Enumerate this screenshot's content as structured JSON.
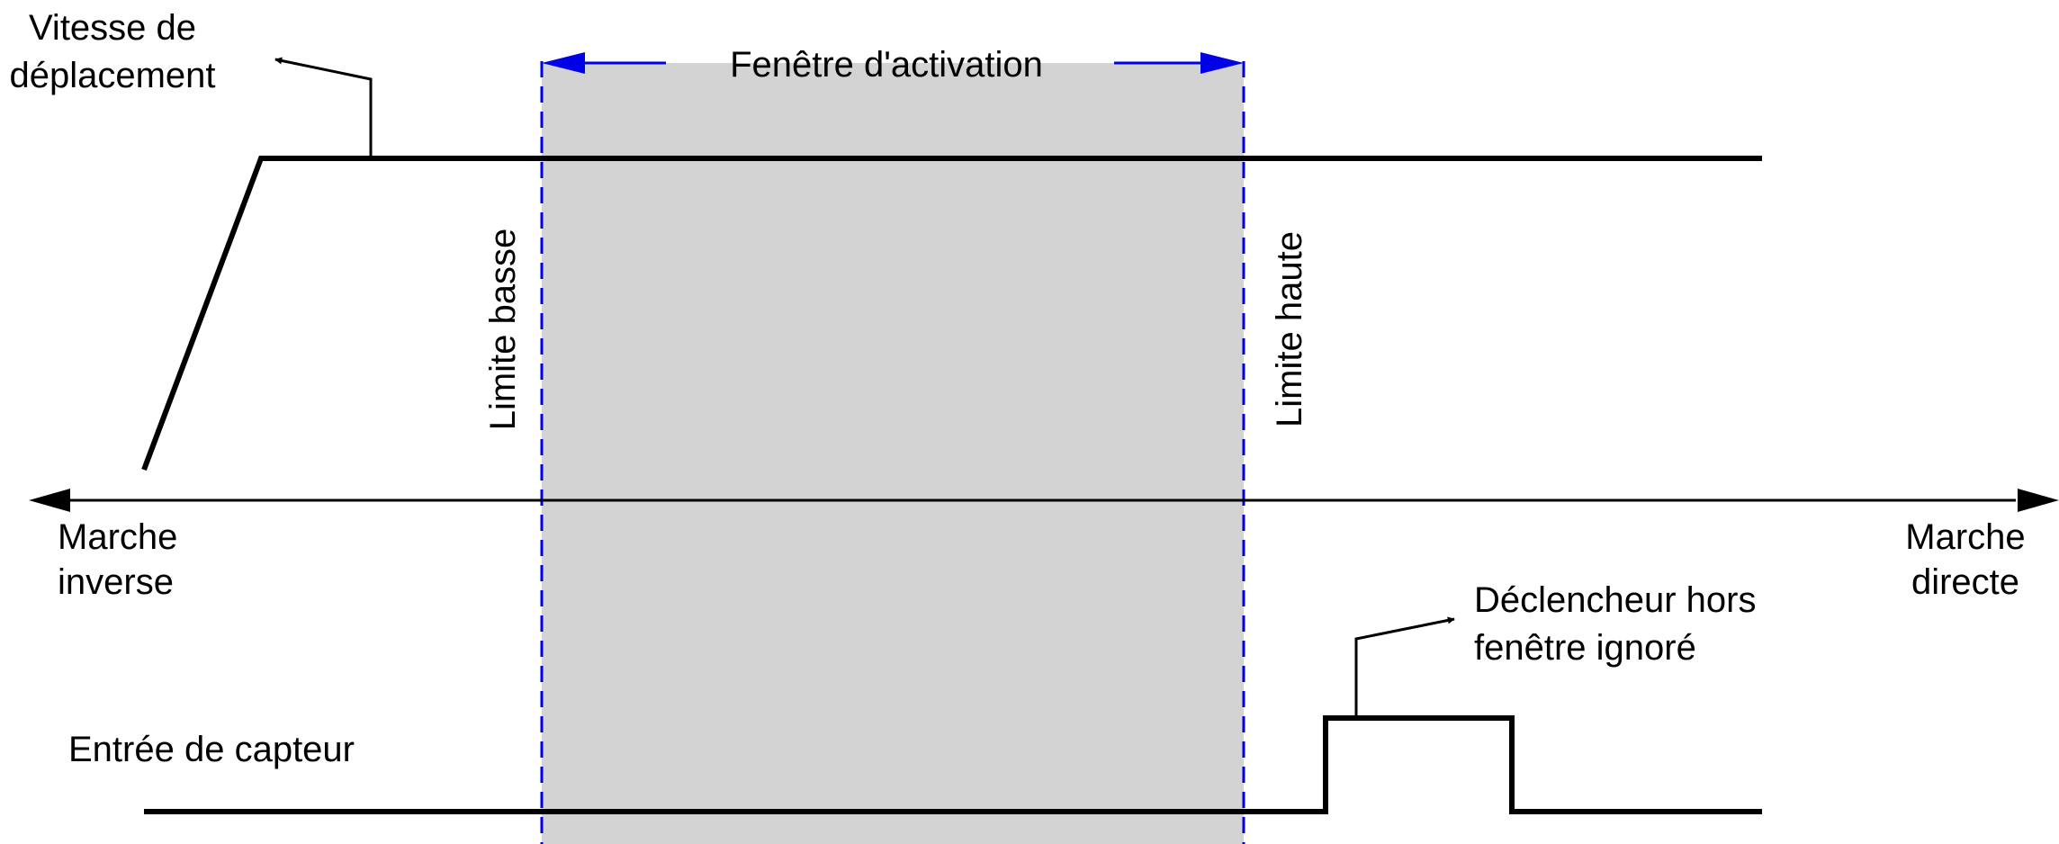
{
  "labels": {
    "speed_line1": "Vitesse de",
    "speed_line2": "déplacement",
    "window": "Fenêtre d'activation",
    "lower_limit": "Limite basse",
    "upper_limit": "Limite haute",
    "reverse_line1": "Marche",
    "reverse_line2": "inverse",
    "forward_line1": "Marche",
    "forward_line2": "directe",
    "ignored_line1": "Déclencheur hors",
    "ignored_line2": "fenêtre ignoré",
    "sensor": "Entrée de capteur"
  },
  "colors": {
    "window_fill": "#d3d3d3",
    "limit_lines": "#0000e6",
    "signals": "#000000"
  }
}
